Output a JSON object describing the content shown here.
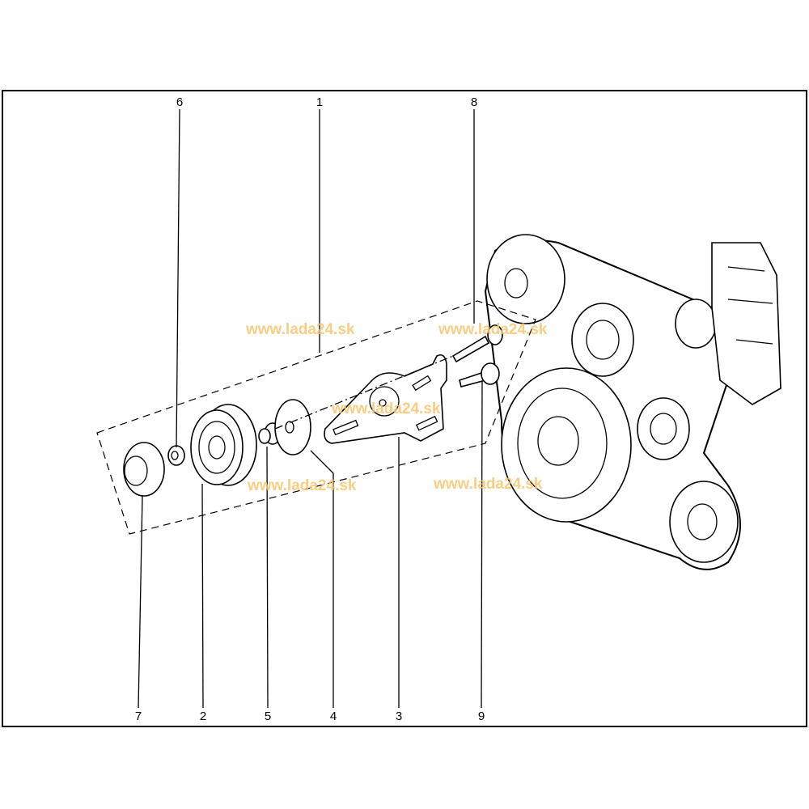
{
  "diagram": {
    "callouts_top": [
      "6",
      "1",
      "8"
    ],
    "callouts_bottom": [
      "7",
      "2",
      "5",
      "4",
      "3",
      "9"
    ],
    "watermark": "www.lada24.sk",
    "colors": {
      "line": "#000000",
      "watermark": "#f6c66e",
      "background": "#ffffff"
    }
  }
}
